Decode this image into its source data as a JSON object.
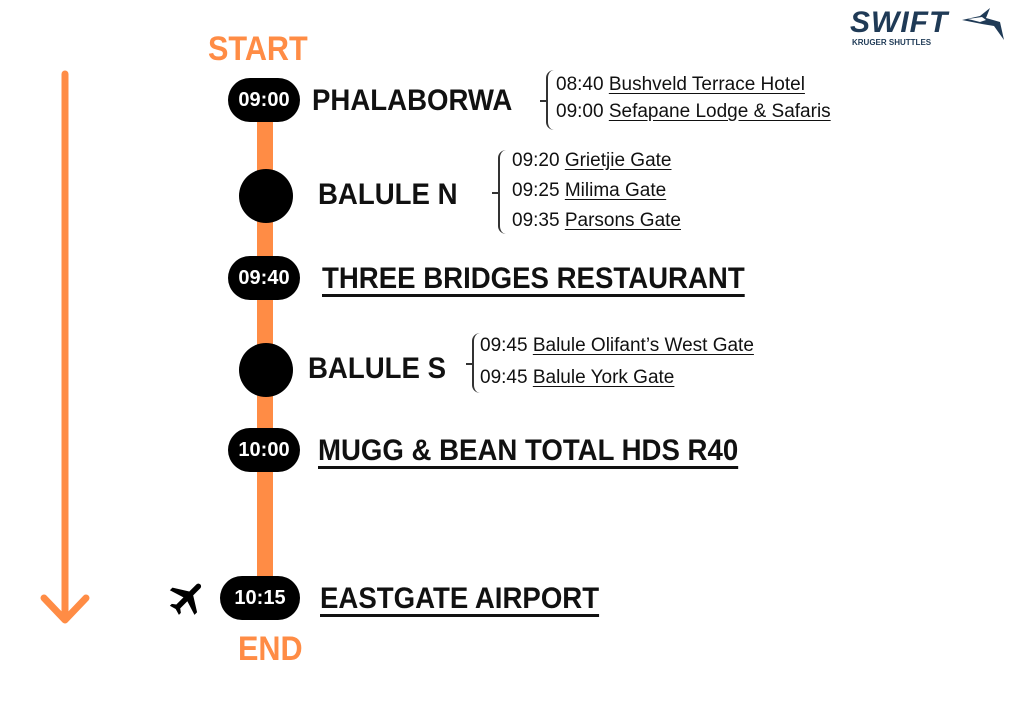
{
  "logo": {
    "brand": "SWIFT",
    "tagline": "KRUGER SHUTTLES",
    "color": "#1f3a56"
  },
  "colors": {
    "accent": "#ff8c45",
    "dark": "#000000"
  },
  "start_label": "START",
  "end_label": "END",
  "stops": [
    {
      "time": "09:00",
      "name": "PHALABORWA",
      "pickups": [
        {
          "time": "08:40",
          "place": "Bushveld Terrace Hotel"
        },
        {
          "time": "09:00",
          "place": "Sefapane Lodge & Safaris"
        }
      ]
    },
    {
      "time": "",
      "name": "BALULE N",
      "pickups": [
        {
          "time": "09:20",
          "place": "Grietjie Gate"
        },
        {
          "time": "09:25",
          "place": "Milima Gate"
        },
        {
          "time": "09:35",
          "place": "Parsons Gate"
        }
      ]
    },
    {
      "time": "09:40",
      "name": "THREE BRIDGES RESTAURANT",
      "pickups": []
    },
    {
      "time": "",
      "name": "BALULE S",
      "pickups": [
        {
          "time": "09:45",
          "place": "Balule Olifant’s West Gate"
        },
        {
          "time": "09:45",
          "place": "Balule York Gate"
        }
      ]
    },
    {
      "time": "10:00",
      "name": "MUGG & BEAN TOTAL HDS R40",
      "pickups": []
    },
    {
      "time": "10:15",
      "name": "EASTGATE AIRPORT",
      "pickups": []
    }
  ]
}
